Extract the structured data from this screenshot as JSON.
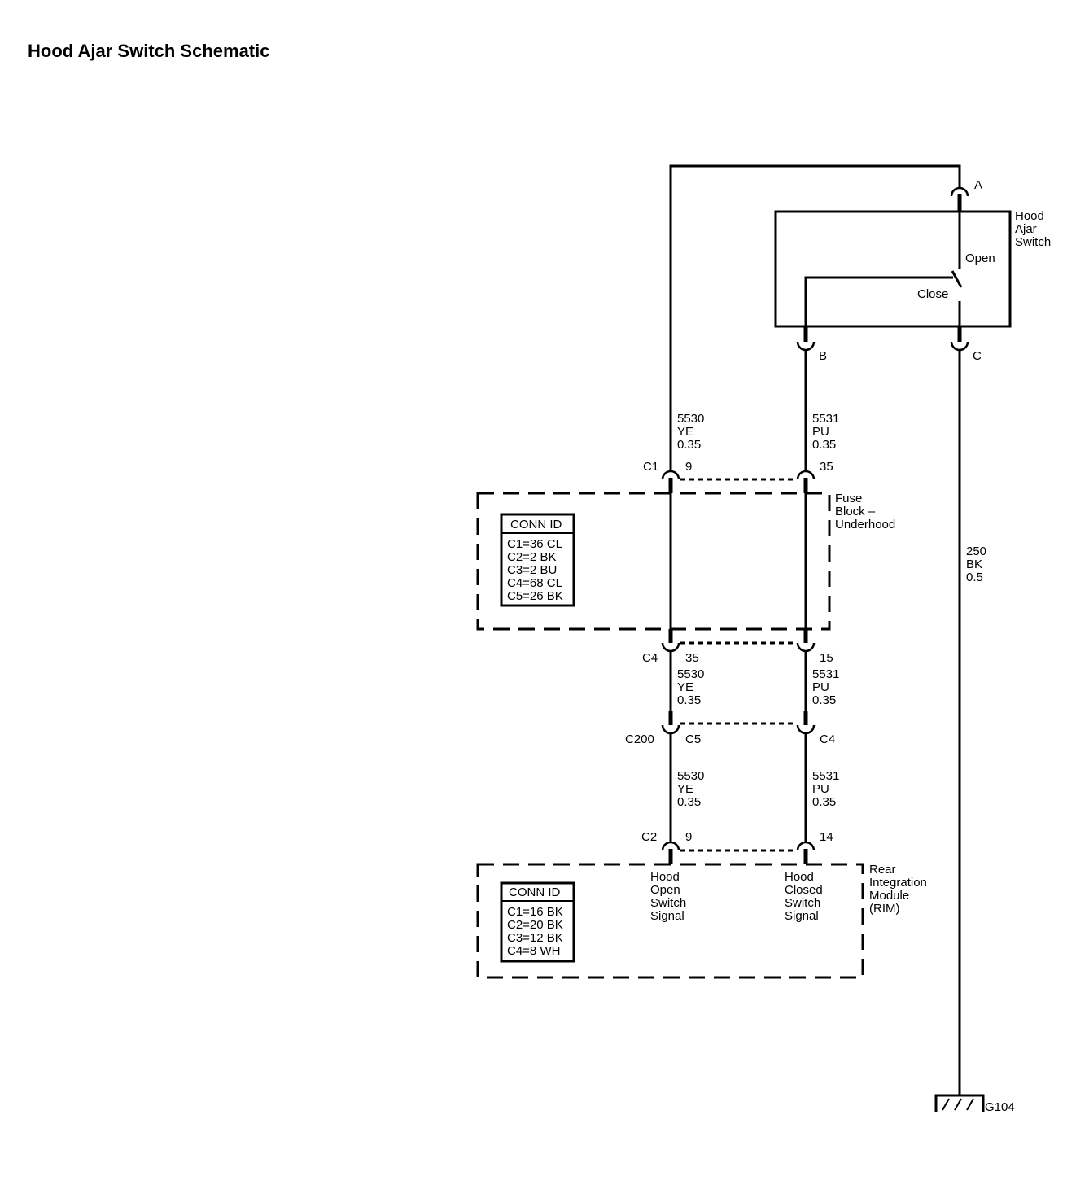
{
  "title": "Hood Ajar Switch Schematic",
  "switch": {
    "name_lines": [
      "Hood",
      "Ajar",
      "Switch"
    ],
    "open_label": "Open",
    "close_label": "Close",
    "pin_a": "A",
    "pin_b": "B",
    "pin_c": "C"
  },
  "circuits": {
    "ye_upper": [
      "5530",
      "YE",
      "0.35"
    ],
    "pu_upper": [
      "5531",
      "PU",
      "0.35"
    ],
    "ye_middle": [
      "5530",
      "YE",
      "0.35"
    ],
    "pu_middle": [
      "5531",
      "PU",
      "0.35"
    ],
    "ye_lower": [
      "5530",
      "YE",
      "0.35"
    ],
    "pu_lower": [
      "5531",
      "PU",
      "0.35"
    ],
    "ground": [
      "250",
      "BK",
      "0.5"
    ]
  },
  "fuse_block": {
    "name_lines": [
      "Fuse",
      "Block –",
      "Underhood"
    ],
    "top_connector": "C1",
    "top_pin_ye": "9",
    "top_pin_pu": "35",
    "bottom_connector": "C4",
    "bottom_pin_ye": "35",
    "bottom_pin_pu": "15",
    "conn_id_header": "CONN ID",
    "conn_id": [
      "C1=36 CL",
      "C2=2 BK",
      "C3=2 BU",
      "C4=68 CL",
      "C5=26 BK"
    ]
  },
  "inline": {
    "name": "C200",
    "pin_ye": "C5",
    "pin_pu": "C4"
  },
  "rim": {
    "name_lines": [
      "Rear",
      "Integration",
      "Module",
      "(RIM)"
    ],
    "connector": "C2",
    "pin_ye": "9",
    "pin_pu": "14",
    "open_signal": [
      "Hood",
      "Open",
      "Switch",
      "Signal"
    ],
    "closed_signal": [
      "Hood",
      "Closed",
      "Switch",
      "Signal"
    ],
    "conn_id_header": "CONN ID",
    "conn_id": [
      "C1=16 BK",
      "C2=20 BK",
      "C3=12 BK",
      "C4=8 WH"
    ]
  },
  "ground_label": "G104"
}
